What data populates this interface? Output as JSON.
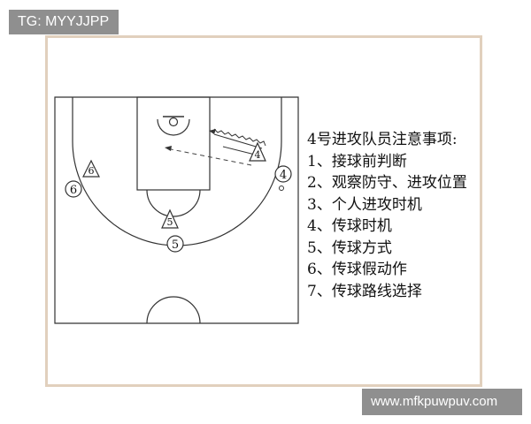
{
  "overlays": {
    "top_tag": "TG: MYYJJPP",
    "bottom_tag": "www.mfkpuwpuv.com"
  },
  "diagram": {
    "players": {
      "p4_triangle": "4",
      "p4_circle": "4",
      "p6_triangle": "6",
      "p6_circle": "6",
      "p5_triangle": "5",
      "p5_circle": "5"
    }
  },
  "notes": {
    "title": "4号进攻队员注意事项:",
    "items": [
      "1、接球前判断",
      "2、观察防守、进攻位置",
      "3、个人进攻时机",
      "4、传球时机",
      "5、传球方式",
      "6、传球假动作",
      "7、传球路线选择"
    ]
  },
  "colors": {
    "frame_border": "#e1d0bd",
    "tag_bg": "#8f8f8f",
    "line": "#333333"
  }
}
